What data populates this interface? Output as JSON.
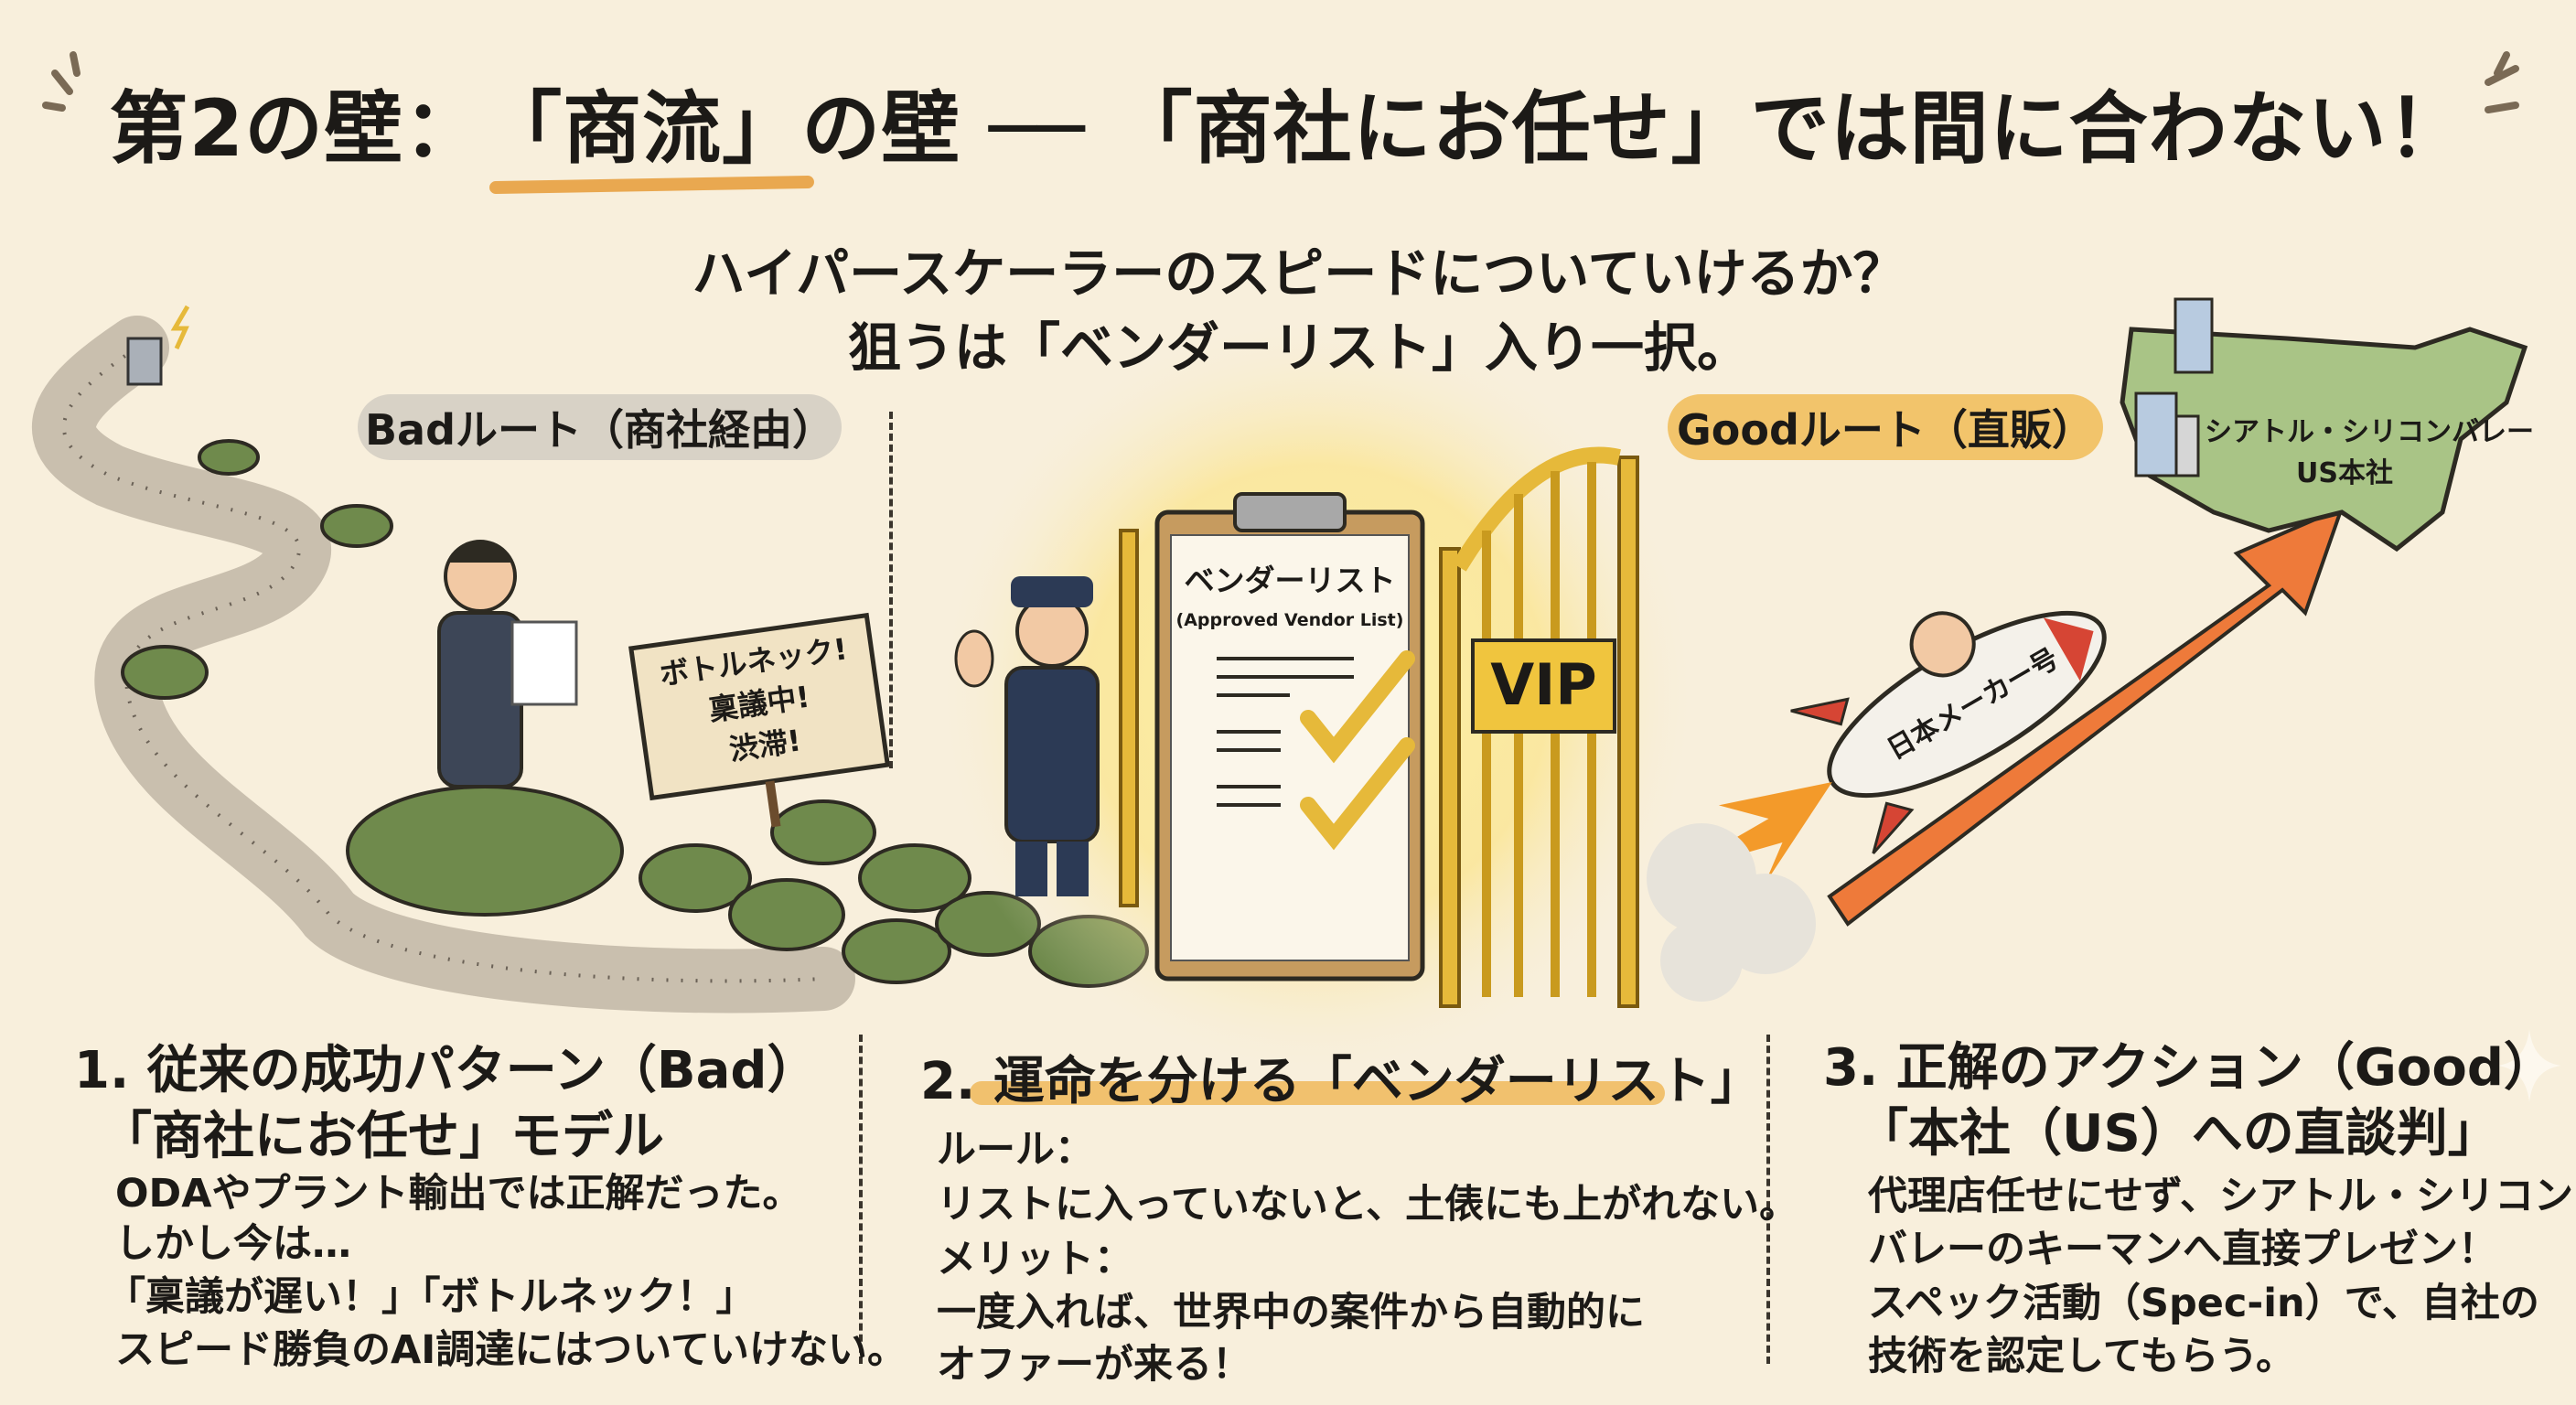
{
  "header": {
    "title_part1": "第2の壁：",
    "title_highlight": "「商流」",
    "title_part2": "の壁",
    "title_dash": "──",
    "title_part3": "「商社にお任せ」では間に合わない！",
    "subtitle_line1": "ハイパースケーラーのスピードについていけるか？",
    "subtitle_line2": "狙うは「ベンダーリスト」入り一択。"
  },
  "routes": {
    "bad_label": "Badルート（商社経由）",
    "good_label": "Goodルート（直販）"
  },
  "illustration": {
    "sign_lines": [
      "ボトルネック!",
      "稟議中!",
      "渋滞!"
    ],
    "clipboard_title": "ベンダーリスト",
    "clipboard_subtitle": "(Approved Vendor List)",
    "gate_plate": "VIP",
    "rocket_label": "日本メーカー号",
    "map_label_line1": "シアトル・シリコンバレー",
    "map_label_line2": "US本社"
  },
  "sections": [
    {
      "heading_line1": "1. 従来の成功パターン（Bad）",
      "heading_line2": "「商社にお任せ」モデル",
      "body": [
        "ODAやプラント輸出では正解だった。",
        "しかし今は…",
        "「稟議が遅い！」「ボトルネック！」",
        "スピード勝負のAI調達にはついていけない。"
      ]
    },
    {
      "heading_line1": "2. 運命を分ける「ベンダーリスト」",
      "body": [
        "ルール：",
        "リストに入っていないと、土俵にも上がれない。",
        "メリット：",
        "一度入れば、世界中の案件から自動的に",
        "オファーが来る！"
      ]
    },
    {
      "heading_line1": "3. 正解のアクション（Good）",
      "heading_line2": "「本社（US）への直談判」",
      "body": [
        "代理店任せにせず、シアトル・シリコン",
        "バレーのキーマンへ直接プレゼン！",
        "スペック活動（Spec-in）で、自社の",
        "技術を認定してもらう。"
      ]
    }
  ],
  "colors": {
    "background": "#f8efdc",
    "accent_orange": "#e9a850",
    "bad_pill": "#d8d2c6",
    "good_pill": "#f2c46b",
    "turtle": "#6f8a4c",
    "gold": "#e6b93a",
    "arrow": "#ee7a3a",
    "map": "#a9c486"
  }
}
